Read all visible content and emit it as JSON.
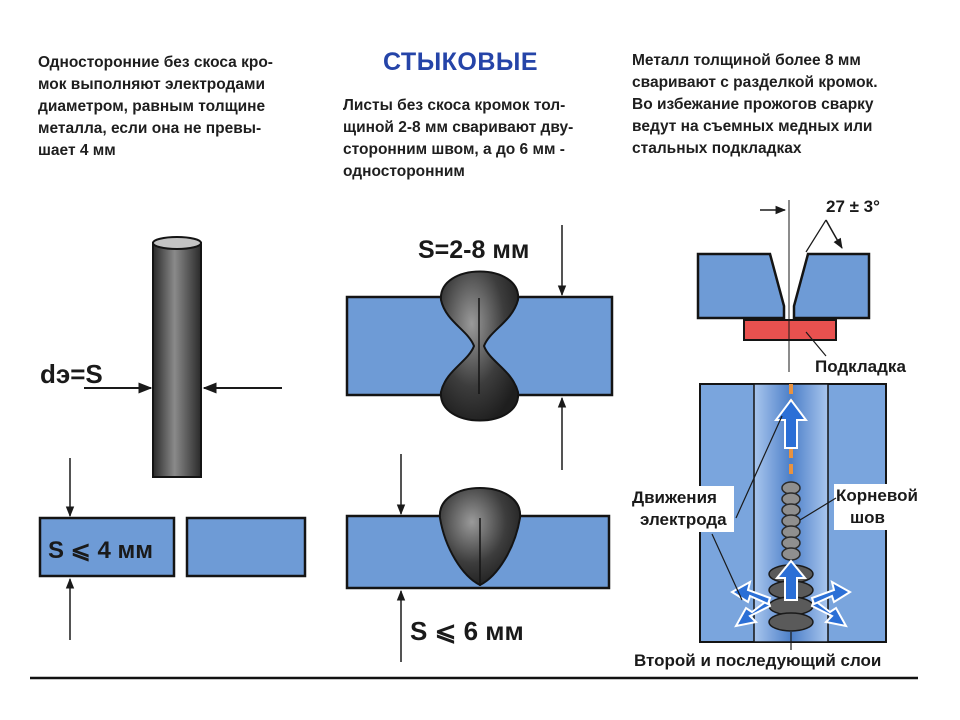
{
  "title": "СТЫКОВЫЕ",
  "left": {
    "lines": [
      "Односторонние без скоса кро-",
      "мок выполняют электродами",
      "диаметром, равным толщине",
      "металла, если она не превы-",
      "шает 4 мм"
    ],
    "electrode_label": "dэ=S",
    "thickness_label": "S ⩽ 4 мм"
  },
  "middle": {
    "lines": [
      "Листы без скоса кромок тол-",
      "щиной  2-8 мм сваривают дву-",
      "сторонним швом, а до  6 мм -",
      "односторонним"
    ],
    "top_label": "S=2-8 мм",
    "bottom_label": "S ⩽ 6 мм"
  },
  "right": {
    "lines": [
      "Металл толщиной более 8 мм",
      "сваривают с разделкой кромок.",
      "Во избежание прожогов сварку",
      "ведут на съемных медных или",
      "стальных подкладках"
    ],
    "angle_label": "27 ± 3°",
    "backing_label": "Подкладка",
    "electrode_motion_label": [
      "Движения",
      "электрода"
    ],
    "root_seam_label": [
      "Корневой",
      "шов"
    ],
    "layers_label": "Второй и последующий слои"
  },
  "colors": {
    "plate": "#6e9bd6",
    "plate_outline": "#141414",
    "weld": "#3d3d3d",
    "backing": "#e8514f",
    "title": "#2544a8",
    "arrow_blue": "#2b6fd6"
  }
}
